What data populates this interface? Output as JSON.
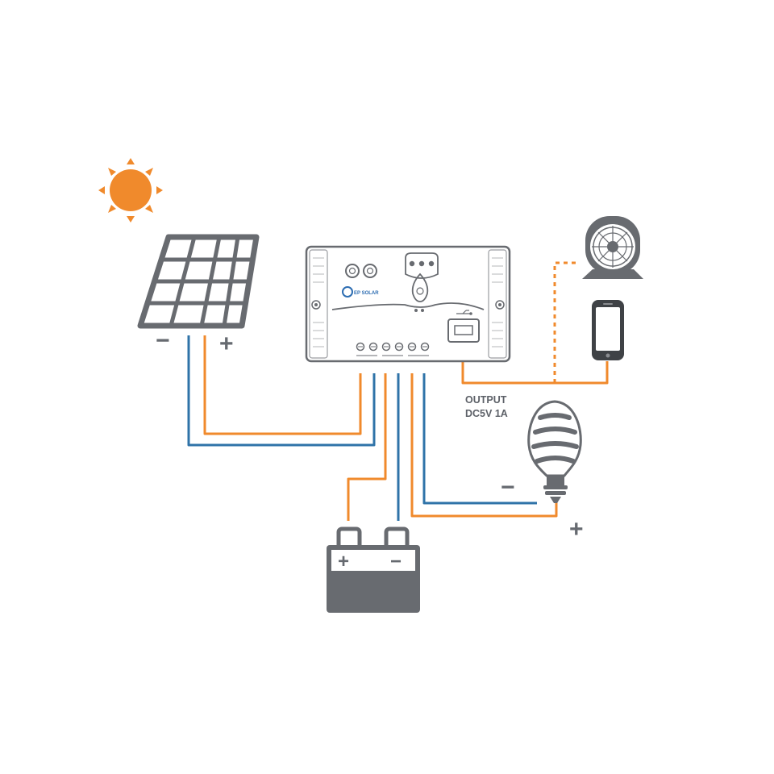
{
  "colors": {
    "wire_positive": "#f08a2c",
    "wire_negative": "#2f73a8",
    "device_gray": "#686b70",
    "sun": "#f08a2c"
  },
  "solar_panel": {
    "minus": "−",
    "plus": "+"
  },
  "controller": {
    "brand": "EP SOLAR",
    "usb_symbol": "usb-icon"
  },
  "output": {
    "line1": "OUTPUT",
    "line2": "DC5V 1A"
  },
  "load": {
    "minus": "−",
    "plus": "+"
  },
  "battery": {
    "plus": "+",
    "minus": "−"
  },
  "icons": [
    "sun-icon",
    "solar-panel-icon",
    "charge-controller-icon",
    "fan-icon",
    "smartphone-icon",
    "light-bulb-icon",
    "battery-icon"
  ]
}
